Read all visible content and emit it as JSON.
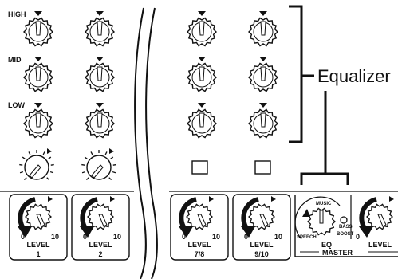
{
  "eq_band_labels": {
    "high": "HIGH",
    "mid": "MID",
    "low": "LOW"
  },
  "callout": {
    "label": "Equalizer"
  },
  "channels": [
    {
      "level_label": "LEVEL",
      "channel_number": "1",
      "scale_min": "0",
      "scale_max": "10"
    },
    {
      "level_label": "LEVEL",
      "channel_number": "2",
      "scale_min": "0",
      "scale_max": "10"
    },
    {
      "level_label": "LEVEL",
      "channel_number": "7/8",
      "scale_min": "0",
      "scale_max": "10"
    },
    {
      "level_label": "LEVEL",
      "channel_number": "9/10",
      "scale_min": "0",
      "scale_max": "10"
    }
  ],
  "master": {
    "section_label": "MASTER",
    "eq_label": "EQ",
    "speech_label": "SPEECH",
    "music_label": "MUSIC",
    "bass_boost_label_1": "BASS",
    "bass_boost_label_2": "BOOST",
    "level_label": "LEVEL",
    "scale_min": "0"
  }
}
